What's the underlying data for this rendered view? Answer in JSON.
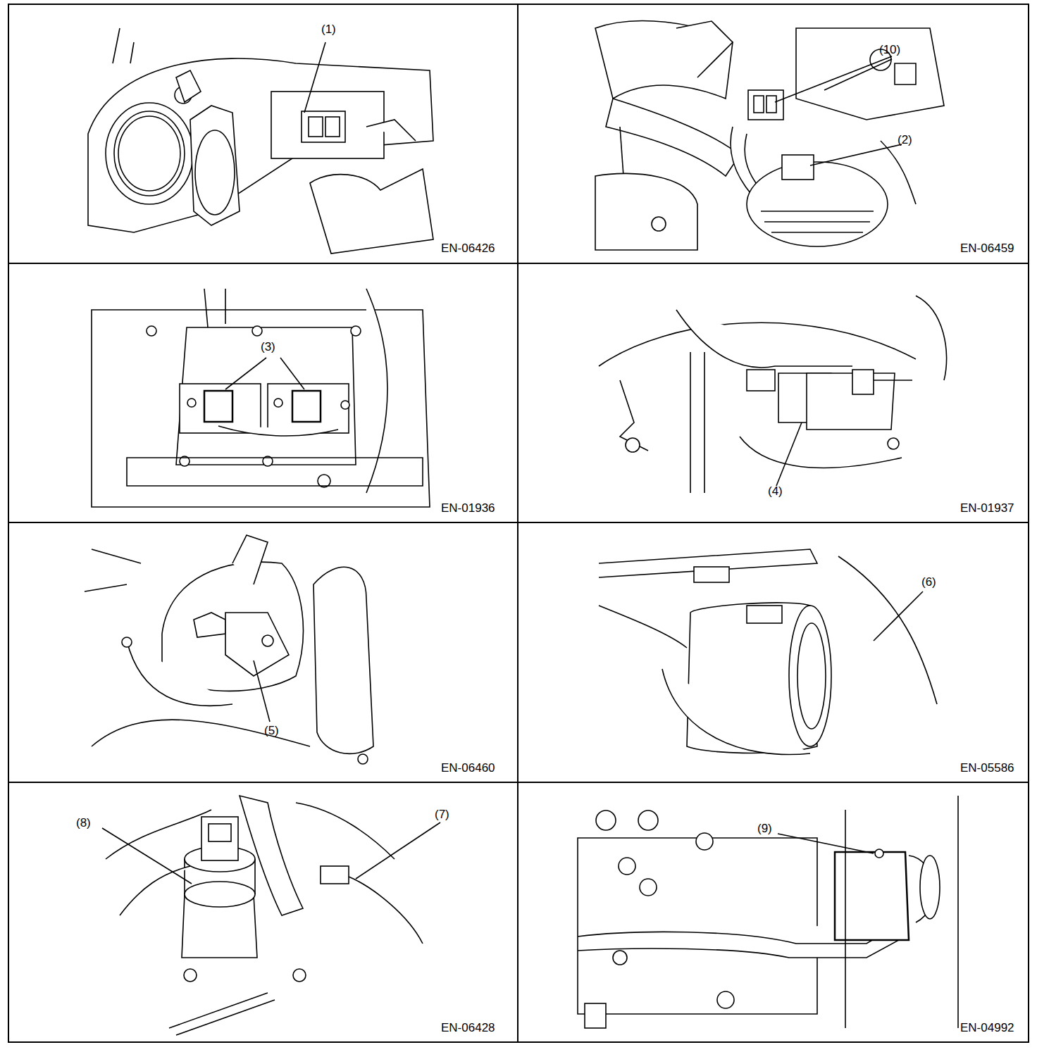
{
  "diagram": {
    "labels": [
      "(1)",
      "EN-06426",
      "(10)",
      "(2)",
      "EN-06459",
      "(3)",
      "EN-01936",
      "(4)",
      "EN-01937",
      "(5)",
      "EN-06460",
      "(6)",
      "EN-05586",
      "(8)",
      "(7)",
      "EN-06428",
      "(9)",
      "EN-04992"
    ]
  }
}
